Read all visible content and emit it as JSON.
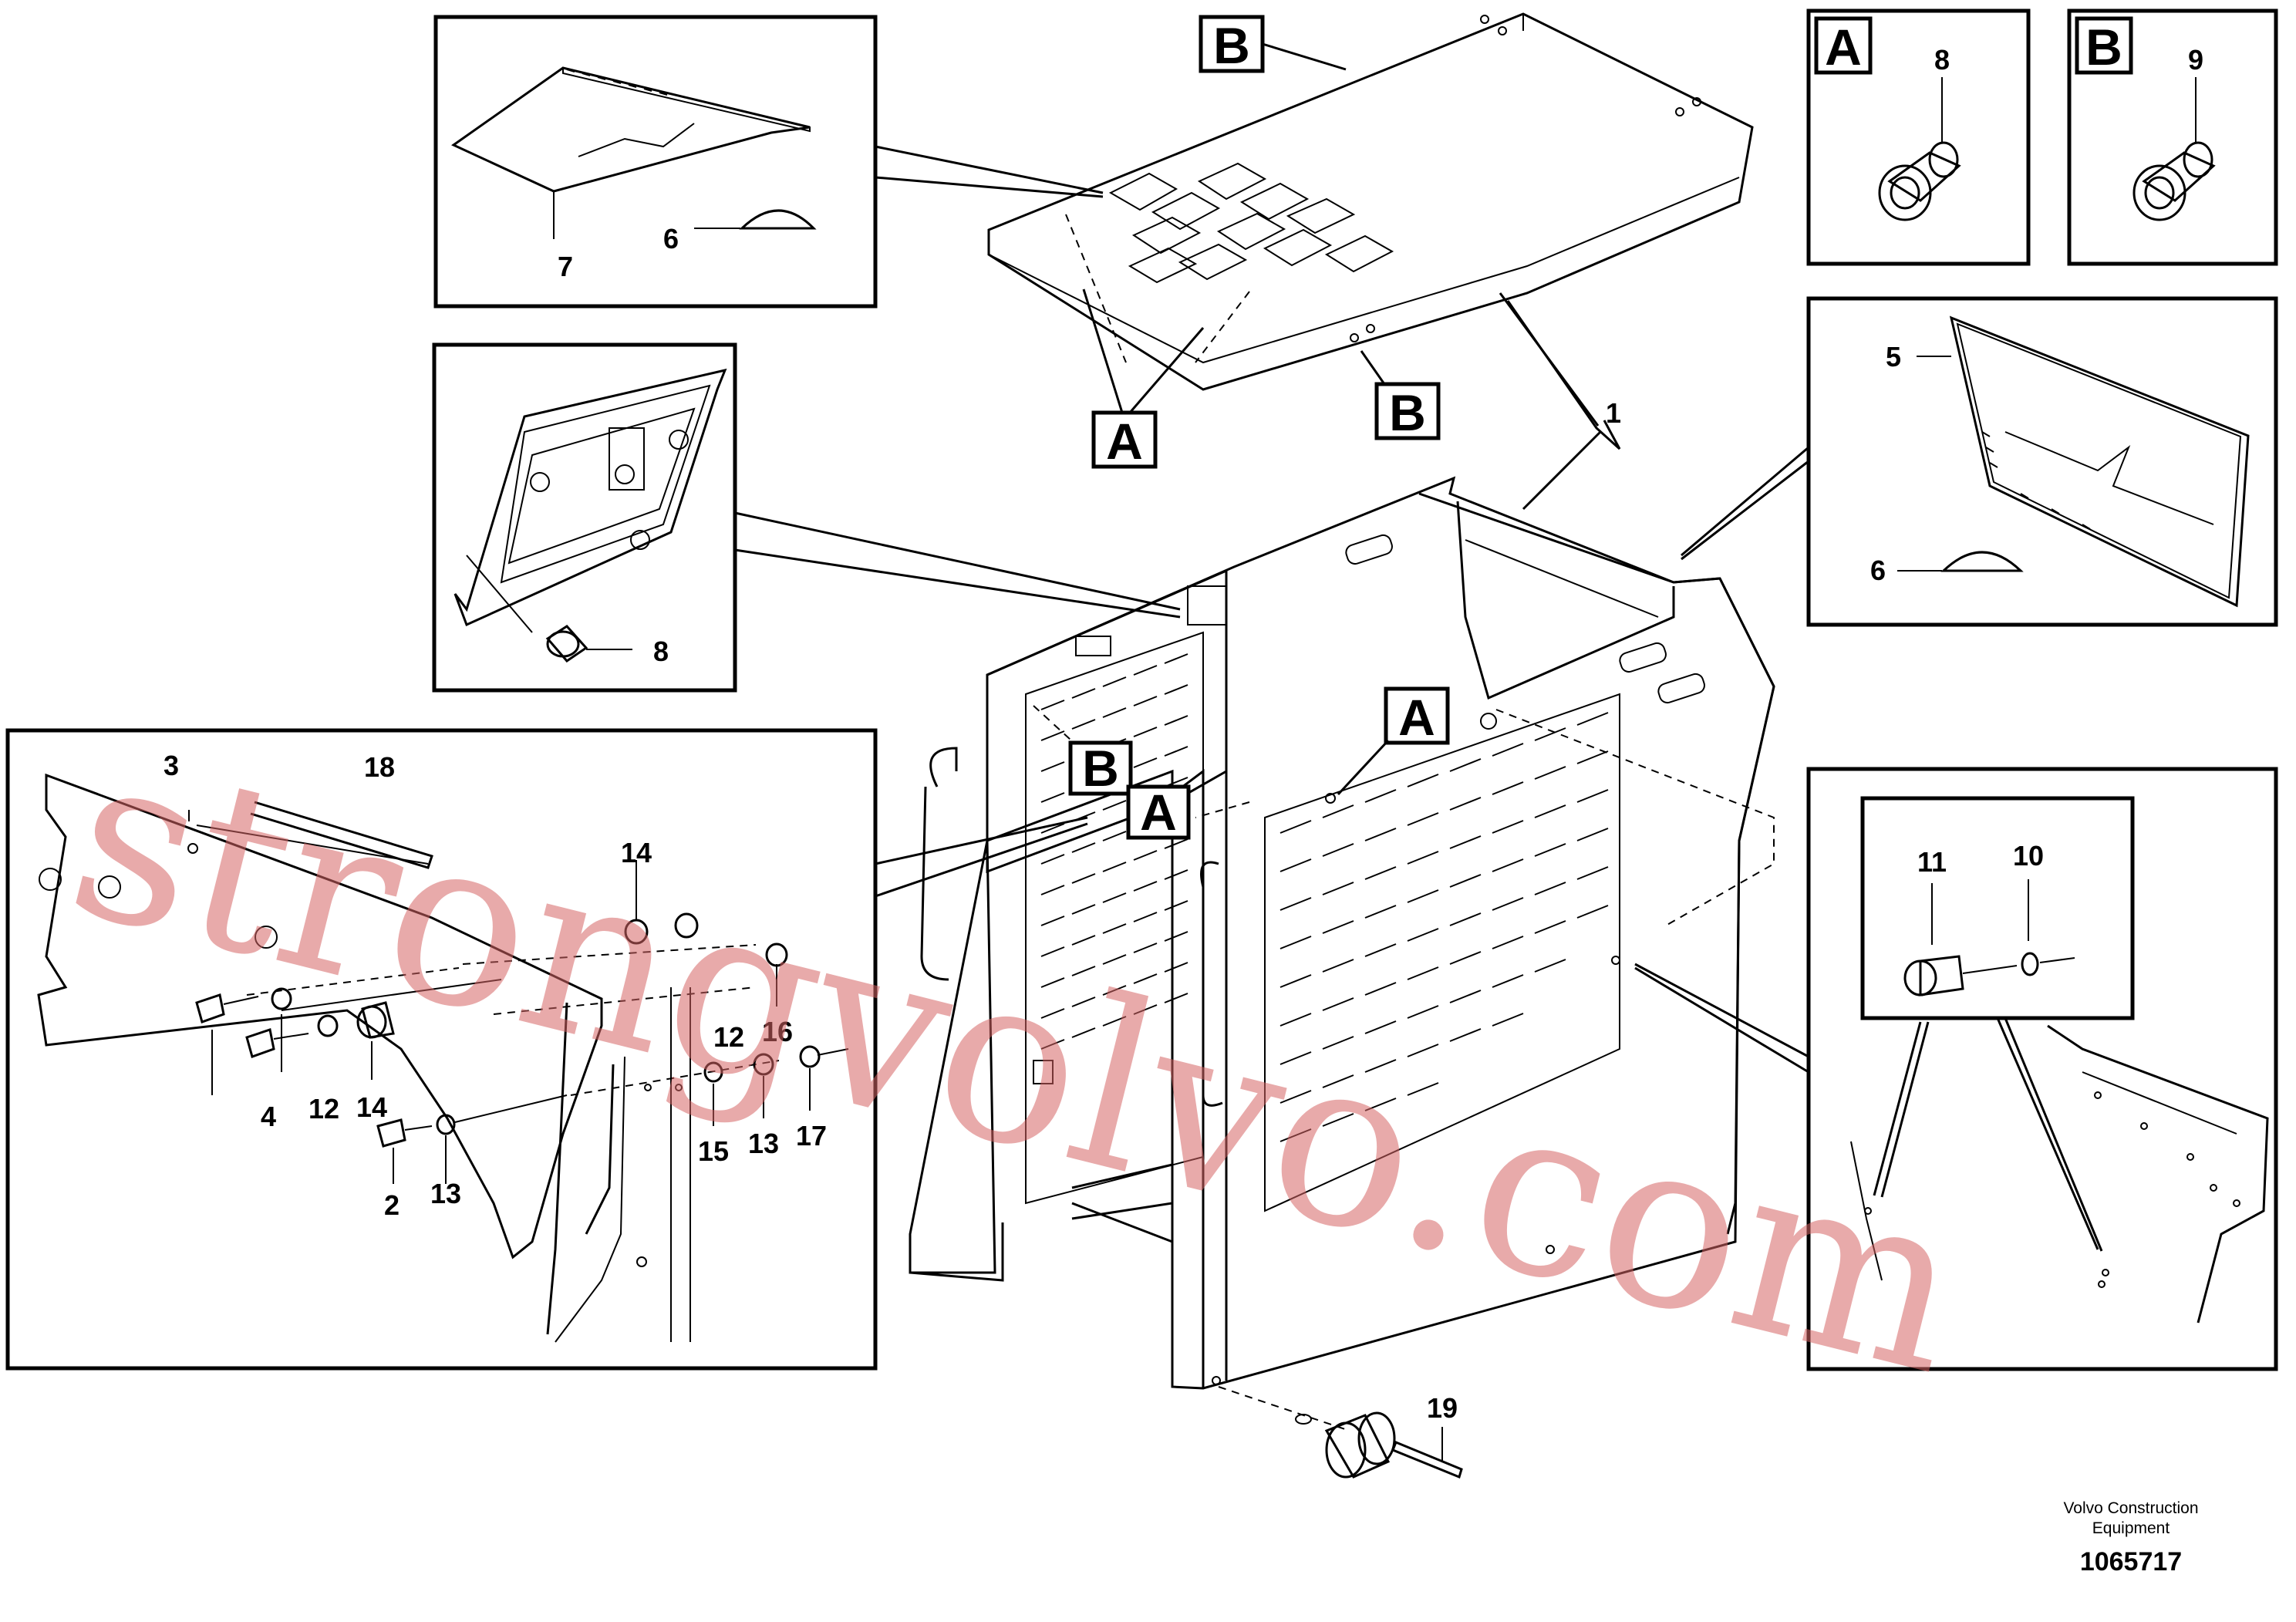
{
  "diagram": {
    "boxed_labels": {
      "a": "A",
      "b": "B"
    },
    "callouts": {
      "n1": "1",
      "n2": "2",
      "n3": "3",
      "n4": "4",
      "n5": "5",
      "n6": "6",
      "n7": "7",
      "n8": "8",
      "n9": "9",
      "n10": "10",
      "n11": "11",
      "n12": "12",
      "n13": "13",
      "n14": "14",
      "n15": "15",
      "n16": "16",
      "n17": "17",
      "n18": "18",
      "n19": "19"
    },
    "watermark": "strongvolvo.com",
    "credit_line1": "Volvo Construction",
    "credit_line2": "Equipment",
    "document_number": "1065717"
  }
}
